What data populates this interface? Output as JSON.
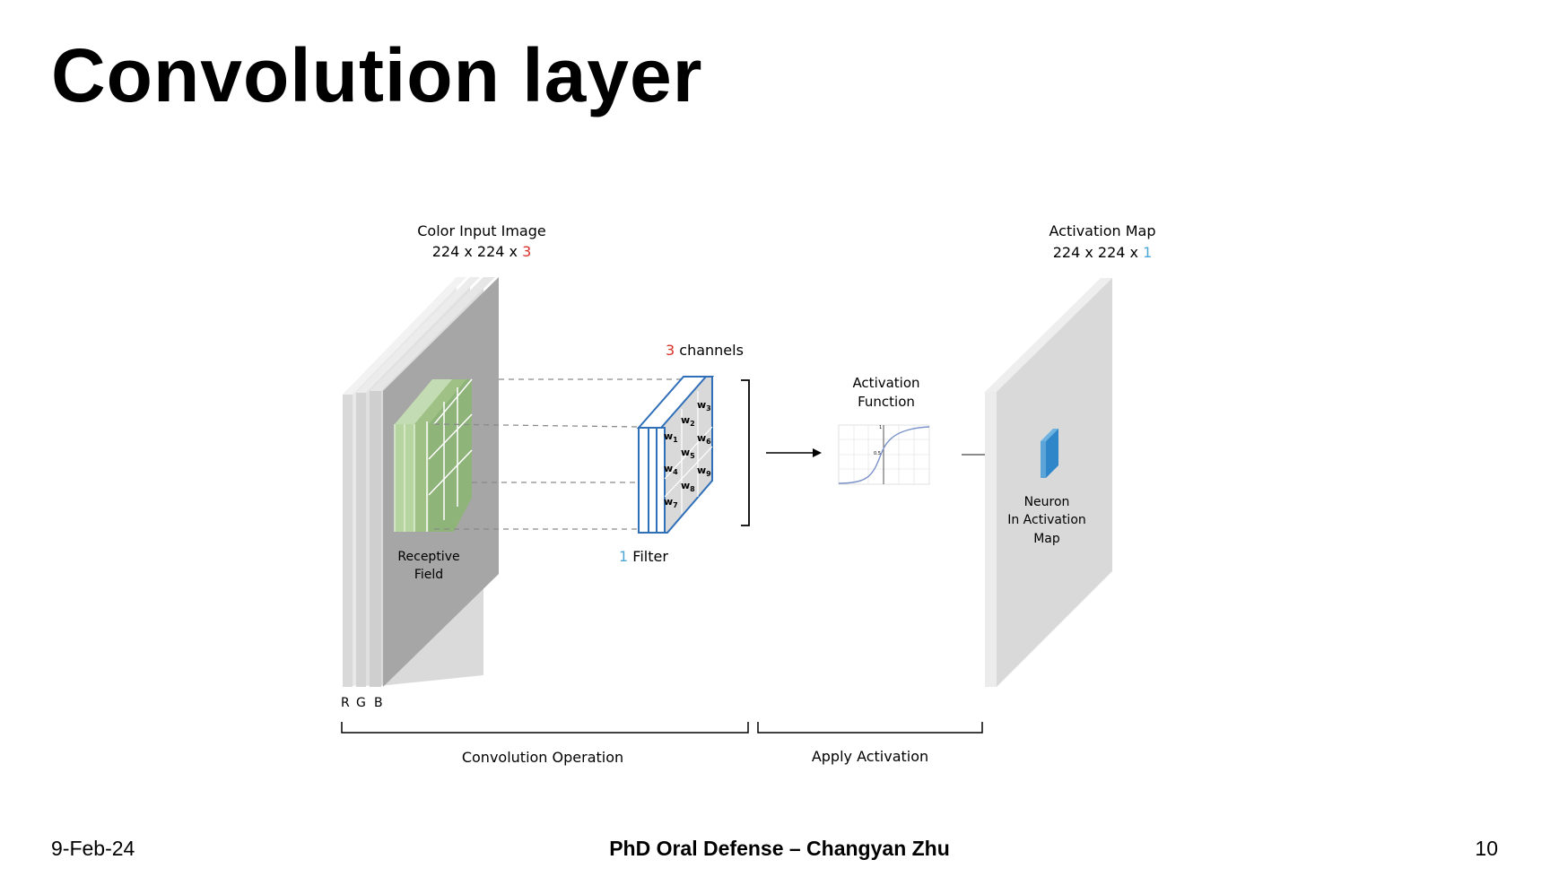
{
  "slide": {
    "title": "Convolution layer"
  },
  "diagram": {
    "input_title": "Color Input Image",
    "input_dims_prefix": "224 x 224 x ",
    "input_channels": "3",
    "channel_labels": [
      "R",
      "G",
      "B"
    ],
    "receptive_field_line1": "Receptive",
    "receptive_field_line2": "Field",
    "channels_count": "3",
    "channels_label": " channels",
    "filter_count": "1",
    "filter_label": " Filter",
    "weights": [
      "w1",
      "w2",
      "w3",
      "w4",
      "w5",
      "w6",
      "w7",
      "w8",
      "w9"
    ],
    "activation_line1": "Activation",
    "activation_line2": "Function",
    "output_title": "Activation Map",
    "output_dims_prefix": "224 x 224 x ",
    "output_channels": "1",
    "neuron_line1": "Neuron",
    "neuron_line2": "In Activation",
    "neuron_line3": "Map",
    "conv_op_label": "Convolution Operation",
    "apply_activation_label": "Apply Activation",
    "sigmoid_mid_label": "0.5",
    "sigmoid_top_label": "1"
  },
  "colors": {
    "red_accent": "#d9312c",
    "blue_accent": "#4da6d6",
    "filter_blue": "#2e6fb8",
    "receptive_green": "#a6c98c",
    "neuron_blue": "#3d8fcf"
  },
  "footer": {
    "date": "9-Feb-24",
    "center": "PhD Oral Defense – Changyan Zhu",
    "page": "10"
  }
}
